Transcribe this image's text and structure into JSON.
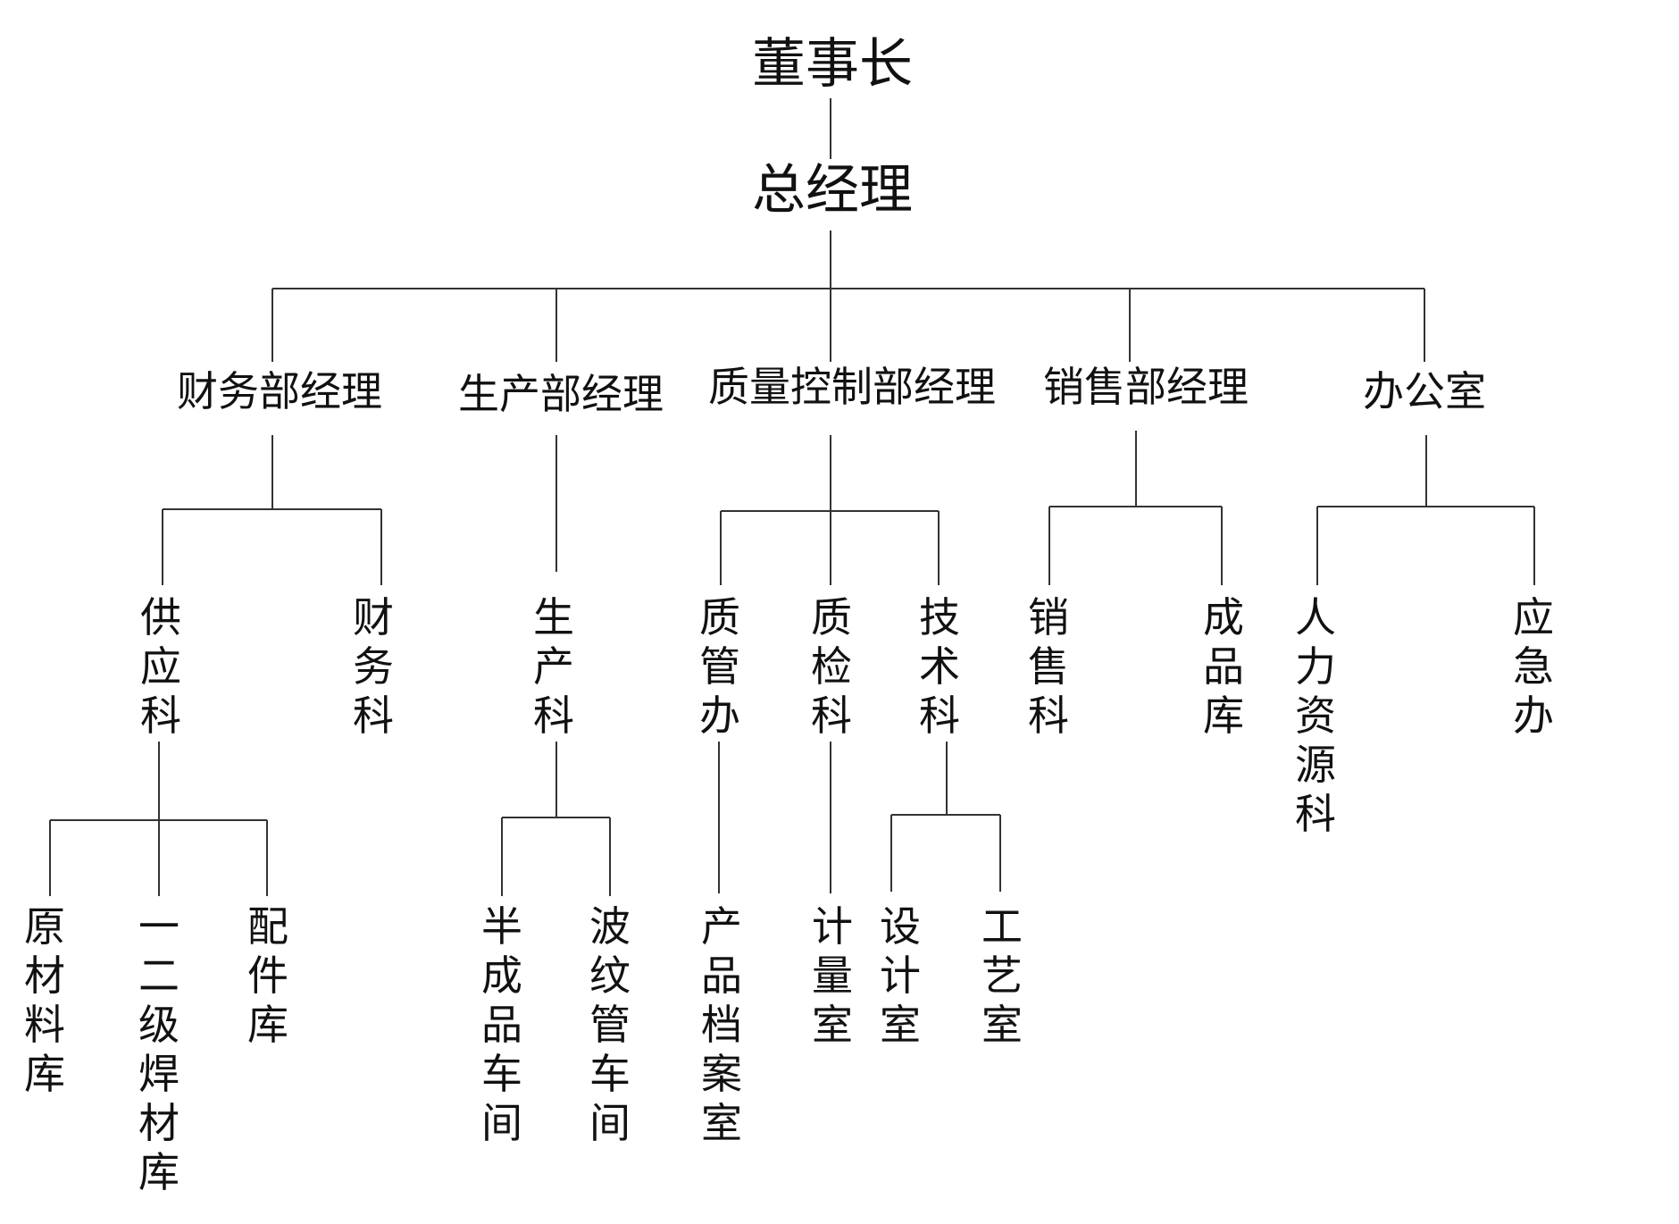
{
  "org_chart": {
    "chairman": "董事长",
    "general_manager": "总经理",
    "departments": {
      "finance": "财务部经理",
      "production": "生产部经理",
      "quality": "质量控制部经理",
      "sales": "销售部经理",
      "office": "办公室"
    },
    "sections": {
      "supply": "供应科",
      "finance": "财务科",
      "production": "生产科",
      "quality_mgmt": "质管办",
      "quality_inspect": "质检科",
      "technology": "技术科",
      "sales": "销售科",
      "finished_goods": "成品库",
      "hr": "人力资源科",
      "emergency": "应急办"
    },
    "units": {
      "raw_material": "原材料库",
      "welding_material": "一二级焊材库",
      "parts": "配件库",
      "semi_finished": "半成品车间",
      "corrugated_pipe": "波纹管车间",
      "product_archive": "产品档案室",
      "metrology": "计量室",
      "design": "设计室",
      "process": "工艺室"
    }
  }
}
